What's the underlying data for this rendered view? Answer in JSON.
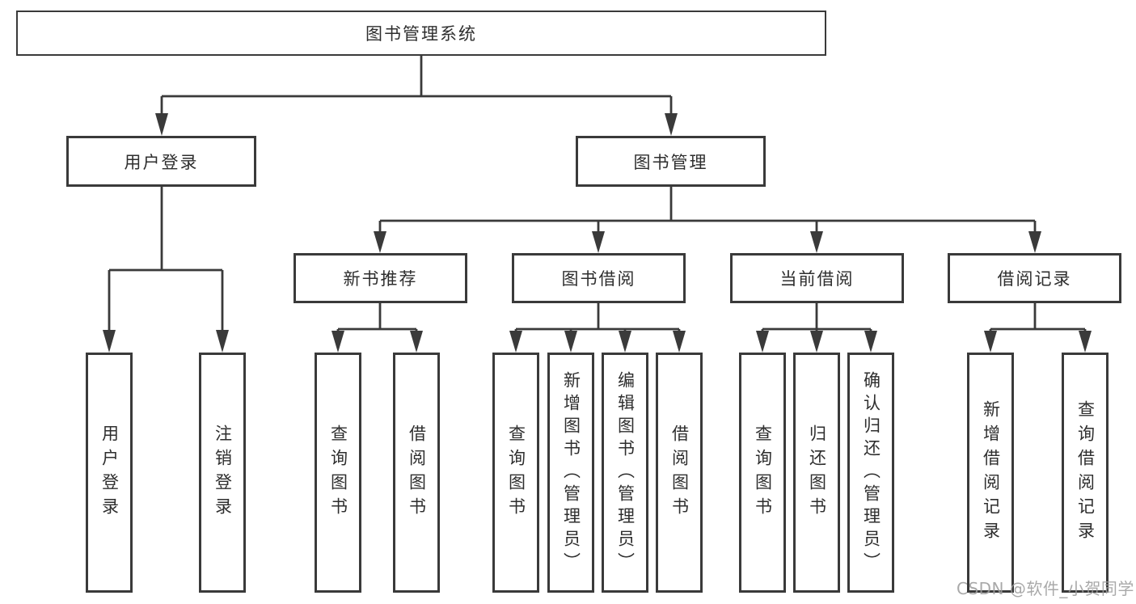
{
  "diagram": {
    "root": {
      "label": "图书管理系统"
    },
    "branches": [
      {
        "label": "用户登录",
        "children": [
          {
            "label": "用户登录"
          },
          {
            "label": "注销登录"
          }
        ]
      },
      {
        "label": "图书管理",
        "children": [
          {
            "label": "新书推荐",
            "children": [
              {
                "label": "查询图书"
              },
              {
                "label": "借阅图书"
              }
            ]
          },
          {
            "label": "图书借阅",
            "children": [
              {
                "label": "查询图书"
              },
              {
                "label": "新增图书（管理员）"
              },
              {
                "label": "编辑图书（管理员）"
              },
              {
                "label": "借阅图书"
              }
            ]
          },
          {
            "label": "当前借阅",
            "children": [
              {
                "label": "查询图书"
              },
              {
                "label": "归还图书"
              },
              {
                "label": "确认归还（管理员）"
              }
            ]
          },
          {
            "label": "借阅记录",
            "children": [
              {
                "label": "新增借阅记录"
              },
              {
                "label": "查询借阅记录"
              }
            ]
          }
        ]
      }
    ],
    "watermark": "CSDN @软件_小贺同学",
    "colors": {
      "line": "#3a3a3a",
      "text": "#2e2e2e",
      "watermark": "#9e9e9e",
      "background": "#ffffff"
    }
  }
}
